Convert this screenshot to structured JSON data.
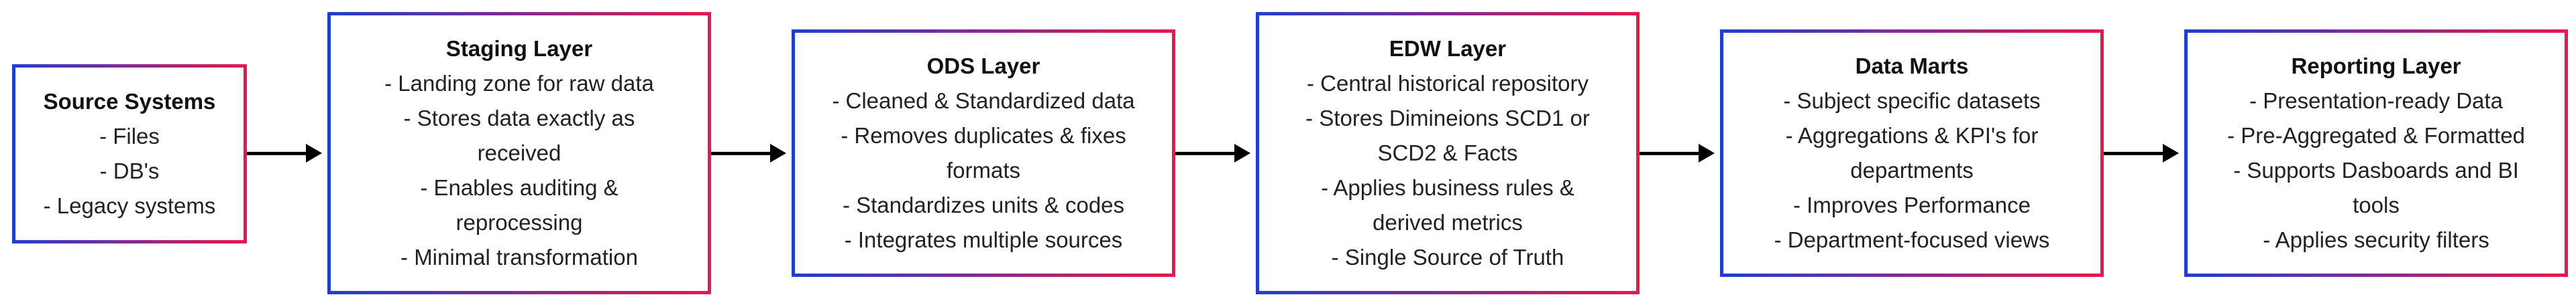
{
  "diagram": {
    "stages": [
      {
        "title": "Source Systems",
        "lines": [
          "- Files",
          "- DB's",
          "- Legacy systems"
        ]
      },
      {
        "title": "Staging Layer",
        "lines": [
          "- Landing zone for raw data",
          "- Stores data exactly as received",
          "- Enables auditing & reprocessing",
          "- Minimal transformation"
        ]
      },
      {
        "title": "ODS Layer",
        "lines": [
          "- Cleaned & Standardized data",
          "- Removes duplicates & fixes formats",
          "- Standardizes units & codes",
          "- Integrates multiple sources"
        ]
      },
      {
        "title": "EDW Layer",
        "lines": [
          "- Central historical repository",
          "- Stores Dimineions SCD1 or SCD2 & Facts",
          "- Applies business rules & derived metrics",
          "- Single Source of Truth"
        ]
      },
      {
        "title": "Data Marts",
        "lines": [
          "- Subject specific datasets",
          "- Aggregations & KPI's for departments",
          "- Improves Performance",
          "- Department-focused views"
        ]
      },
      {
        "title": "Reporting Layer",
        "lines": [
          "- Presentation-ready Data",
          "- Pre-Aggregated & Formatted",
          "- Supports Dasboards and BI tools",
          "- Applies security filters"
        ]
      }
    ],
    "colors": {
      "border_start": "#1f3fd0",
      "border_end": "#e8184a",
      "arrow": "#000000"
    }
  }
}
